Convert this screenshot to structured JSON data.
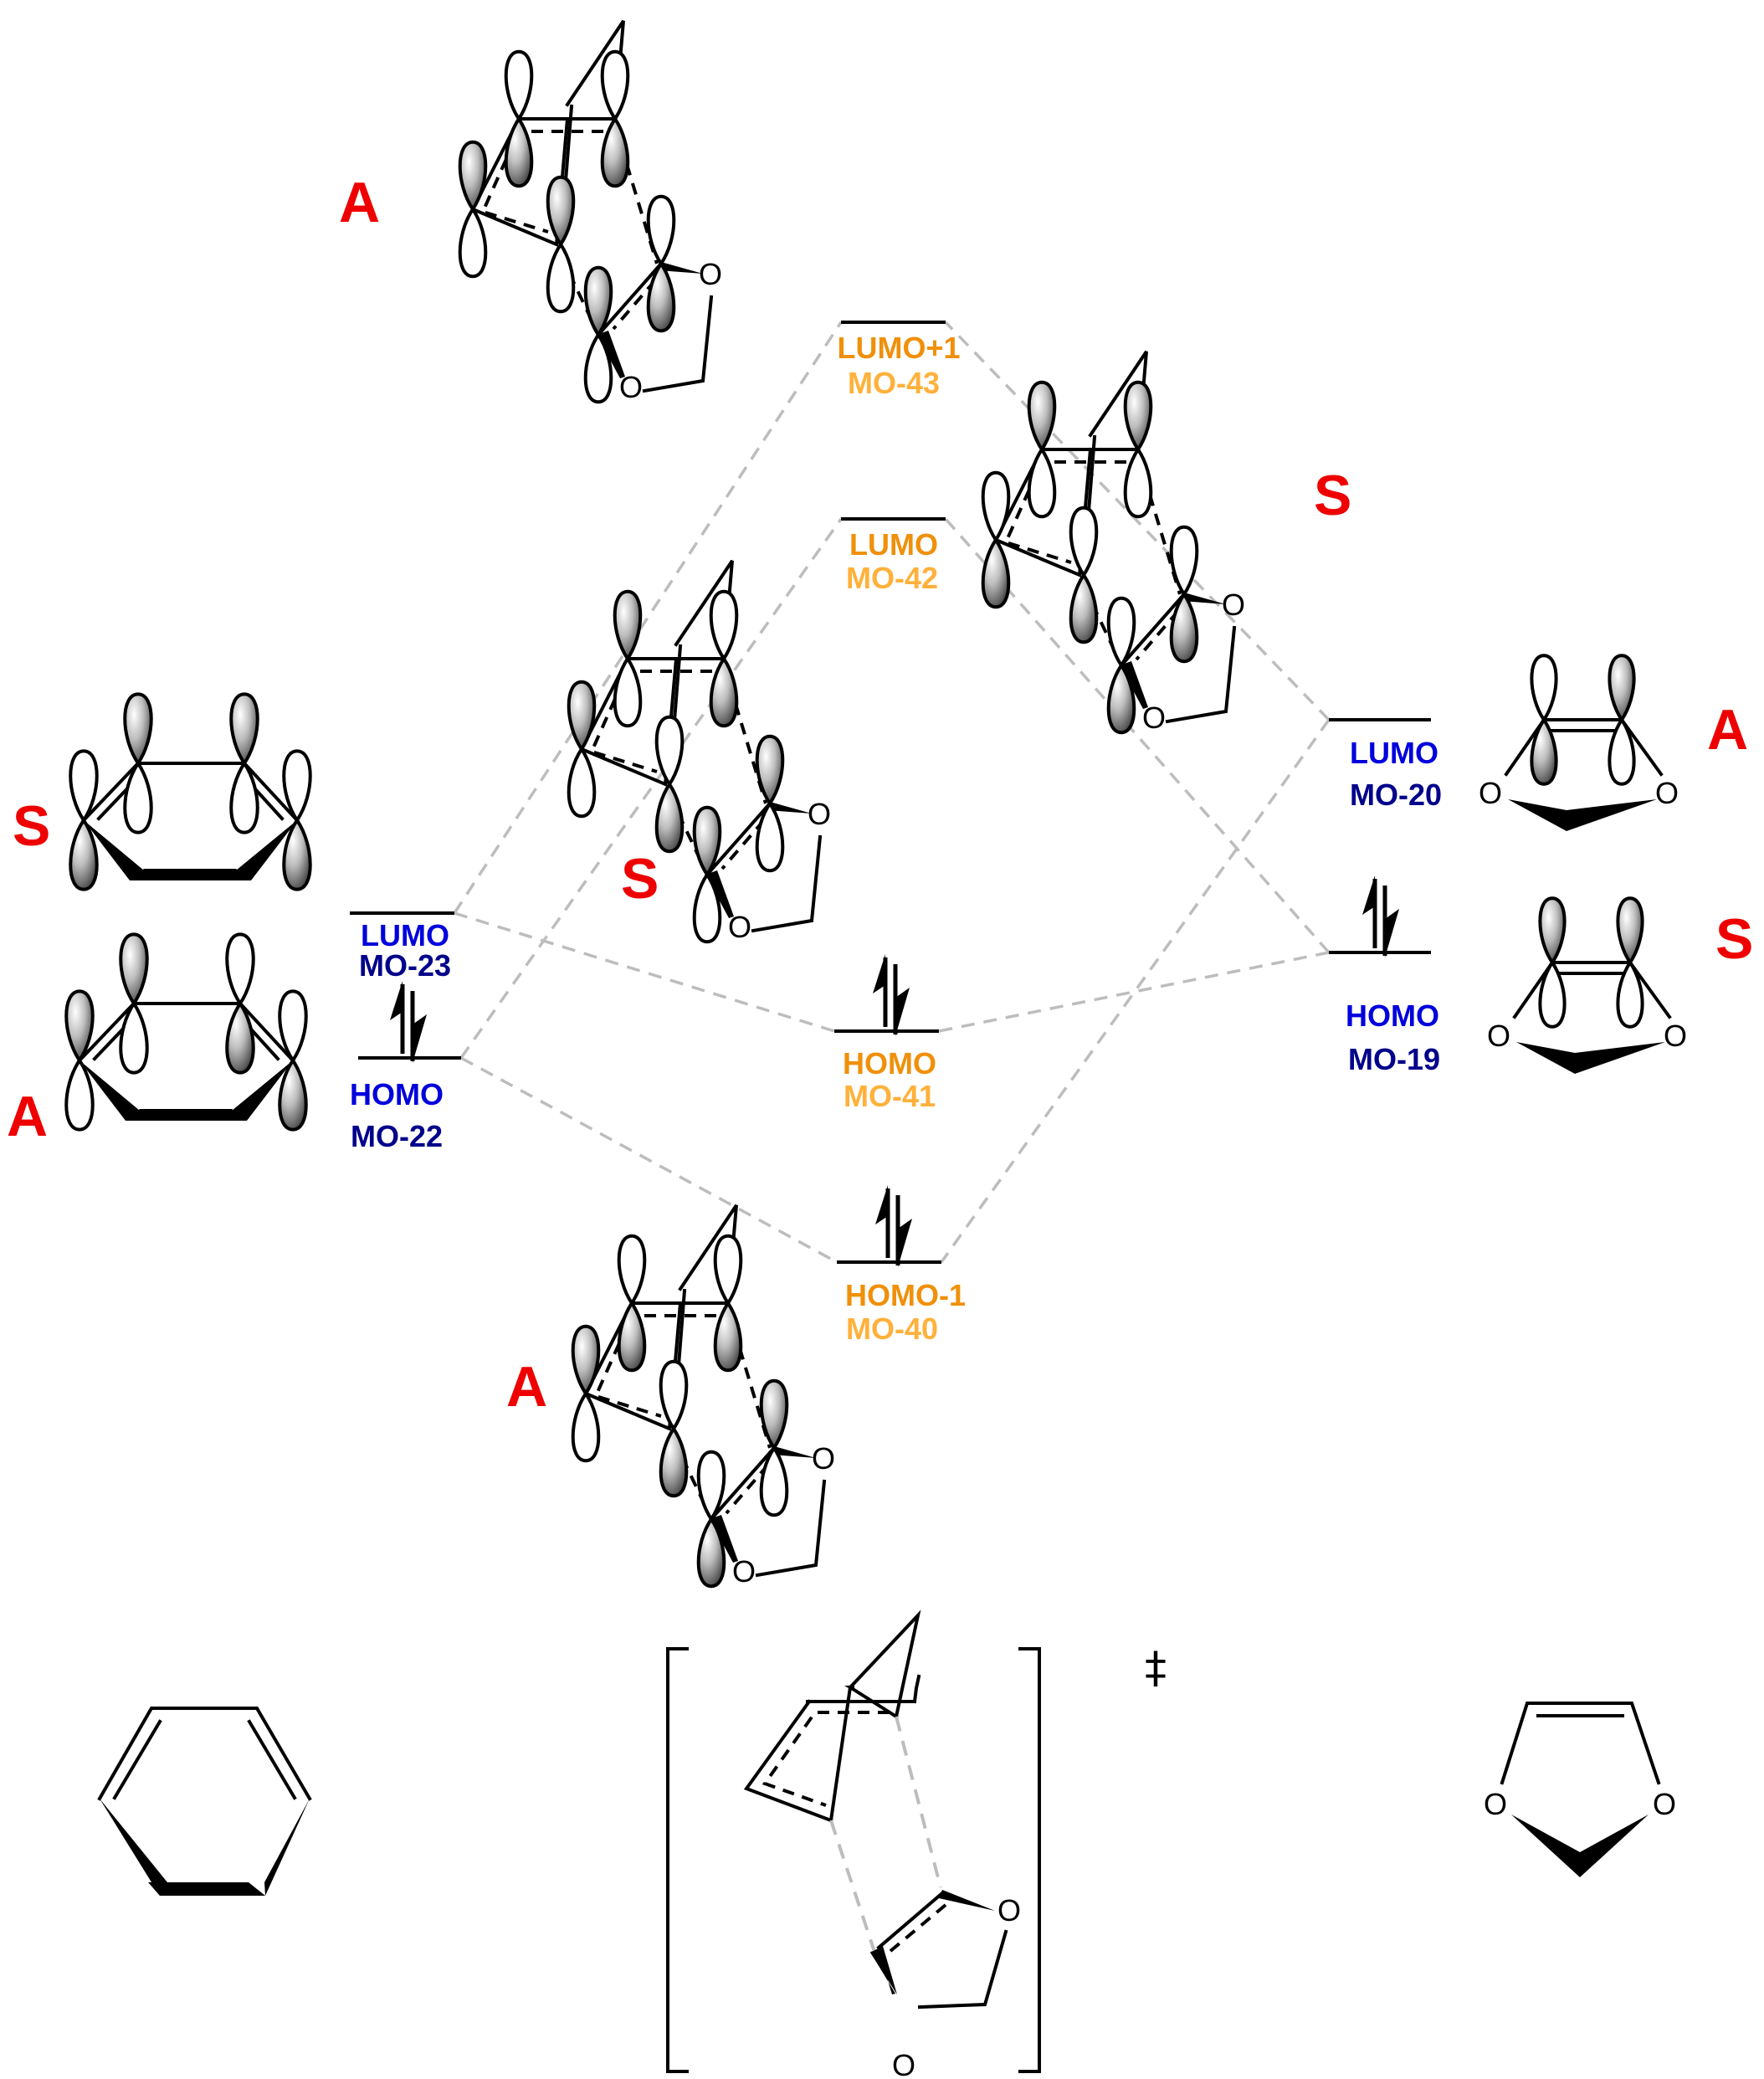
{
  "colors": {
    "symmetry": "#ee0000",
    "reactant_level_name": "#0000dd",
    "reactant_mo_number": "#00008b",
    "ts_level_name": "#f0900a",
    "ts_mo_number": "#ffb13b",
    "correlation_line": "#bdbdbd"
  },
  "left_reactant": {
    "levels": [
      {
        "name": "LUMO",
        "mo": "MO-23",
        "symmetry": "S",
        "occupied": false
      },
      {
        "name": "HOMO",
        "mo": "MO-22",
        "symmetry": "A",
        "occupied": true
      }
    ]
  },
  "transition_state": {
    "levels": [
      {
        "name": "LUMO+1",
        "mo": "MO-43",
        "symmetry": "A",
        "occupied": false
      },
      {
        "name": "LUMO",
        "mo": "MO-42",
        "symmetry": "S",
        "occupied": false
      },
      {
        "name": "HOMO",
        "mo": "MO-41",
        "symmetry": "S",
        "occupied": true
      },
      {
        "name": "HOMO-1",
        "mo": "MO-40",
        "symmetry": "A",
        "occupied": true
      }
    ],
    "symmetry_labels": {
      "lumo_plus1": "A",
      "lumo": "S",
      "homo_orbital_right": "S",
      "homo_minus1": "A"
    },
    "ts_marker": "‡"
  },
  "right_reactant": {
    "levels": [
      {
        "name": "LUMO",
        "mo": "MO-20",
        "symmetry": "A",
        "occupied": false
      },
      {
        "name": "HOMO",
        "mo": "MO-19",
        "symmetry": "S",
        "occupied": true
      }
    ]
  },
  "atoms": {
    "oxygen": "O"
  }
}
